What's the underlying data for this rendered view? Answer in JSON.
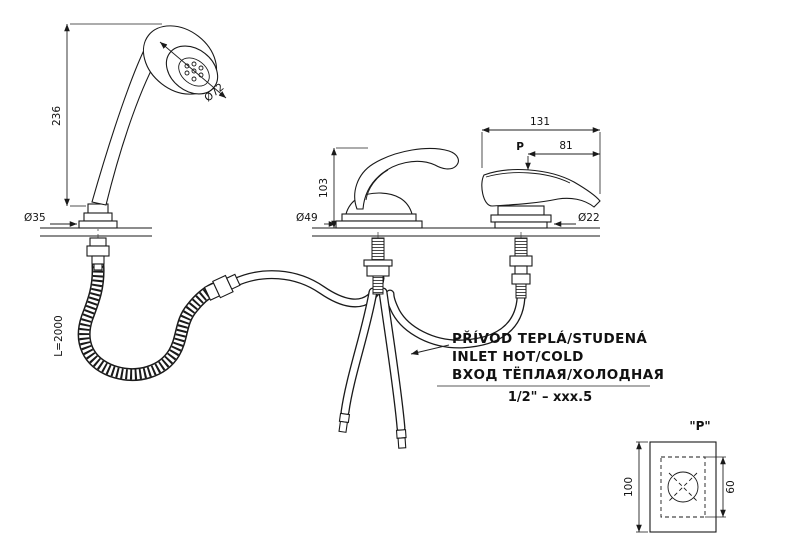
{
  "page": {
    "background": "#ffffff",
    "line_color": "#1a1a1a"
  },
  "shower_unit": {
    "overall_height": "236",
    "head_diameter": "Ø72",
    "base_diameter": "Ø35",
    "hose_length": "L=2000"
  },
  "mixer_unit": {
    "body_height": "103",
    "base_diameter": "Ø49"
  },
  "spout_unit": {
    "overall_length": "131",
    "spout_reach": "81",
    "section_mark": "P",
    "pipe_diameter": "Ø22"
  },
  "inlet_note": {
    "czech": "PŘÍVOD TEPLÁ/STUDENÁ",
    "english": "INLET HOT/COLD",
    "russian": "ВХОД ТЁПЛАЯ/ХОЛОДНАЯ",
    "thread_spec": "1/2\" – xxx.5"
  },
  "detail_view": {
    "title": "\"P\"",
    "plate_height": "100",
    "cutout_height": "60"
  }
}
